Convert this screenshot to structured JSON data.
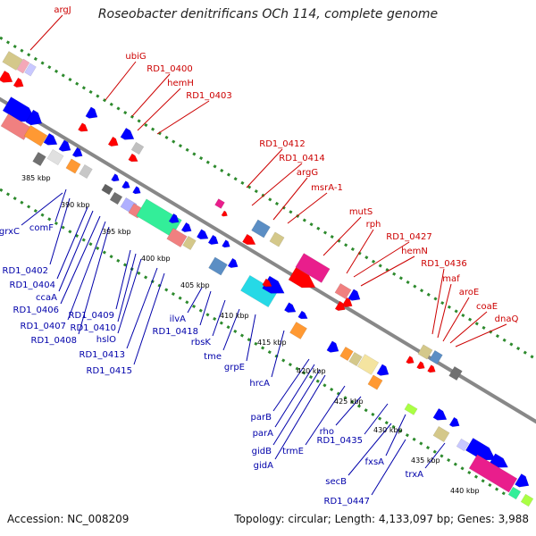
{
  "title": "Roseobacter denitrificans OCh 114, complete genome",
  "accession": "Accession: NC_008209",
  "topology": "Topology: circular; Length: 4,133,097 bp; Genes: 3,988",
  "colors": {
    "backbone": "#888888",
    "ticks": "#2d8a2d",
    "upper_labels": "#cc0000",
    "lower_labels": "#0000aa",
    "kbp_labels": "#000000"
  },
  "kbp_ticks": [
    "385 kbp",
    "390 kbp",
    "395 kbp",
    "400 kbp",
    "405 kbp",
    "410 kbp",
    "415 kbp",
    "420 kbp",
    "425 kbp",
    "430 kbp",
    "435 kbp",
    "440 kbp"
  ],
  "upper_genes": [
    "argJ",
    "ubiG",
    "RD1_0400",
    "hemH",
    "RD1_0403",
    "RD1_0412",
    "RD1_0414",
    "argG",
    "msrA-1",
    "mutS",
    "rph",
    "RD1_0427",
    "hemN",
    "RD1_0436",
    "maf",
    "aroE",
    "coaE",
    "dnaQ"
  ],
  "lower_genes": [
    "comF",
    "grxC",
    "RD1_0402",
    "RD1_0404",
    "ccaA",
    "RD1_0406",
    "RD1_0407",
    "RD1_0408",
    "RD1_0409",
    "RD1_0410",
    "hslO",
    "RD1_0413",
    "RD1_0415",
    "ilvA",
    "RD1_0418",
    "rbsK",
    "tme",
    "grpE",
    "hrcA",
    "parB",
    "parA",
    "gidB",
    "gidA",
    "trmE",
    "rho",
    "RD1_0435",
    "fxsA",
    "secB",
    "RD1_0447",
    "trxA"
  ]
}
